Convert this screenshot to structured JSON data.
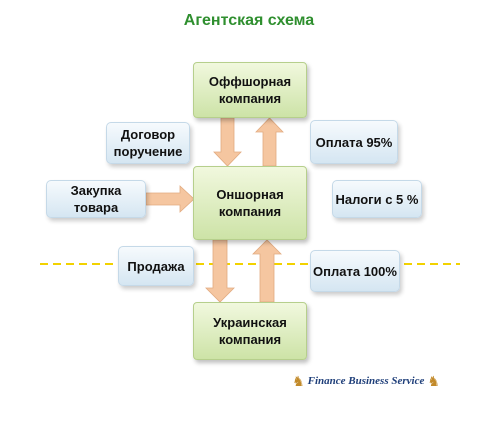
{
  "title": "Агентская схема",
  "nodes": {
    "offshore": "Оффшорная\nкомпания",
    "onshore": "Оншорная\nкомпания",
    "ukrainian": "Украинская\nкомпания",
    "contract": "Договор\nпоручение",
    "purchase": "Закупка товара",
    "payment95": "Оплата 95%",
    "taxes": "Налоги с 5 %",
    "sale": "Продажа",
    "payment100": "Оплата 100%"
  },
  "footer": "Finance Business Service",
  "colors": {
    "title": "#2f8f2f",
    "arrow": "#f5c6a0",
    "dashed_line": "#f2d200"
  }
}
